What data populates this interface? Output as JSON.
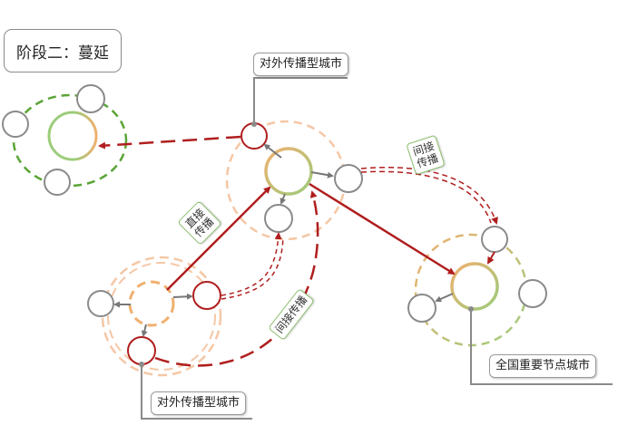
{
  "stage_title": "阶段二：蔓延",
  "labels": {
    "outward_city_top": "对外传播型城市",
    "outward_city_bottom": "对外传播型城市",
    "node_city": "全国重要节点城市"
  },
  "tags": {
    "direct": [
      "直接",
      "传播"
    ],
    "indirect_top": [
      "间接",
      "传播"
    ],
    "indirect_mid": "间接传播"
  },
  "colors": {
    "dark_red": "#b01e1e",
    "orange": "#f0b070",
    "green": "#7ab648",
    "gray": "#808080"
  }
}
